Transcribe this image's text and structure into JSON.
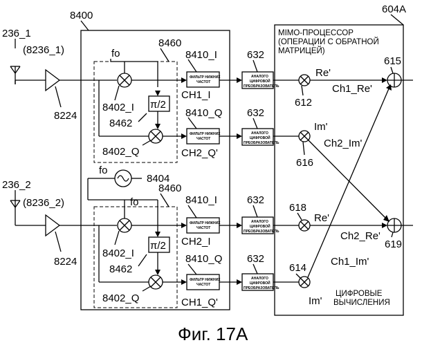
{
  "labels": {
    "ant_top_ref": "236_1",
    "ant_top_alt": "(8236_1)",
    "ant_bot_ref": "236_2",
    "ant_bot_alt": "(8236_2)",
    "block_8400": "8400",
    "block_604A": "604A",
    "amp_top": "8224",
    "amp_bot": "8224",
    "dash_top": "8460",
    "dash_bot": "8460",
    "fo_top": "fo",
    "fo_osc": "fo",
    "fo_bot": "fo",
    "osc_ref": "8404",
    "mixer_top_i": "8402_I",
    "mixer_top_q": "8402_Q",
    "mixer_bot_i": "8402_I",
    "mixer_bot_q": "8402_Q",
    "phase_top_ref": "8462",
    "phase_bot_ref": "8462",
    "phase_text": "π/2",
    "filt_top_i_ref": "8410_I",
    "filt_top_q_ref": "8410_Q",
    "filt_bot_i_ref": "8410_I",
    "filt_bot_q_ref": "8410_Q",
    "filter_line1": "ФИЛЬТР НИЖНИХ",
    "filter_line2": "ЧАСТОТ",
    "adc_ref_1": "632",
    "adc_ref_2": "632",
    "adc_ref_3": "632",
    "adc_ref_4": "632",
    "adc_line1": "АНАЛОГО",
    "adc_line2": "ЦИФРОВОЙ",
    "adc_line3": "ПРЕОБРАЗОВАТЕЛЬ",
    "ch1": "CH1_I",
    "ch2": "CH2_Q'",
    "ch3": "CH2_I",
    "ch4": "CH1_Q'",
    "proc_line1": "MIMO-ПРОЦЕССОР",
    "proc_line2": "(ОПЕРАЦИИ С ОБРАТНОЙ",
    "proc_line3": "МАТРИЦЕЙ)",
    "digital_line1": "ЦИФРОВЫЕ",
    "digital_line2": "ВЫЧИСЛЕНИЯ",
    "re1": "Re'",
    "im1": "Im'",
    "re2": "Re'",
    "im2": "Im'",
    "ref_612": "612",
    "ref_616": "616",
    "ref_618": "618",
    "ref_614": "614",
    "ref_615": "615",
    "ref_619": "619",
    "sig_ch1_re": "Ch1_Re'",
    "sig_ch2_im": "Ch2_Im'",
    "sig_ch2_re": "Ch2_Re'",
    "sig_ch1_im": "Ch1_Im'",
    "caption": "Фиг. 17А"
  }
}
